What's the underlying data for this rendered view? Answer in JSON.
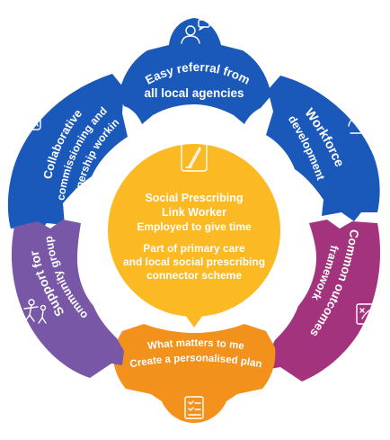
{
  "colors": {
    "blue": "#1a59b9",
    "orange": "#f2911b",
    "magenta": "#a4337e",
    "purple": "#7857a6",
    "center": "#fbb923",
    "icon": "#ffffff"
  },
  "segments": {
    "top": {
      "lines": [
        "Easy referral from",
        "all local agencies"
      ],
      "icon": "user-speech-icon"
    },
    "upper_right": {
      "lines": [
        "Workforce",
        "development"
      ],
      "icon": "people-gear-icon"
    },
    "lower_right": {
      "lines": [
        "Common outcomes",
        "framework"
      ],
      "icon": "strategy-board-icon"
    },
    "bottom": {
      "lines": [
        "What matters to me",
        "Create a personalised plan"
      ],
      "icon": "checklist-icon"
    },
    "lower_left": {
      "lines": [
        "Support for",
        "community groups"
      ],
      "icon": "figures-icon"
    },
    "upper_left": {
      "lines": [
        "Collaborative",
        "commissioning and",
        "partnership working"
      ],
      "icon": "group-icon"
    }
  },
  "center": {
    "icon": "clipboard-pen-icon",
    "block1": [
      "Social Prescribing",
      "Link Worker",
      "Employed to give time"
    ],
    "block2": [
      "Part of primary care",
      "and local social prescribing",
      "connector scheme"
    ]
  }
}
